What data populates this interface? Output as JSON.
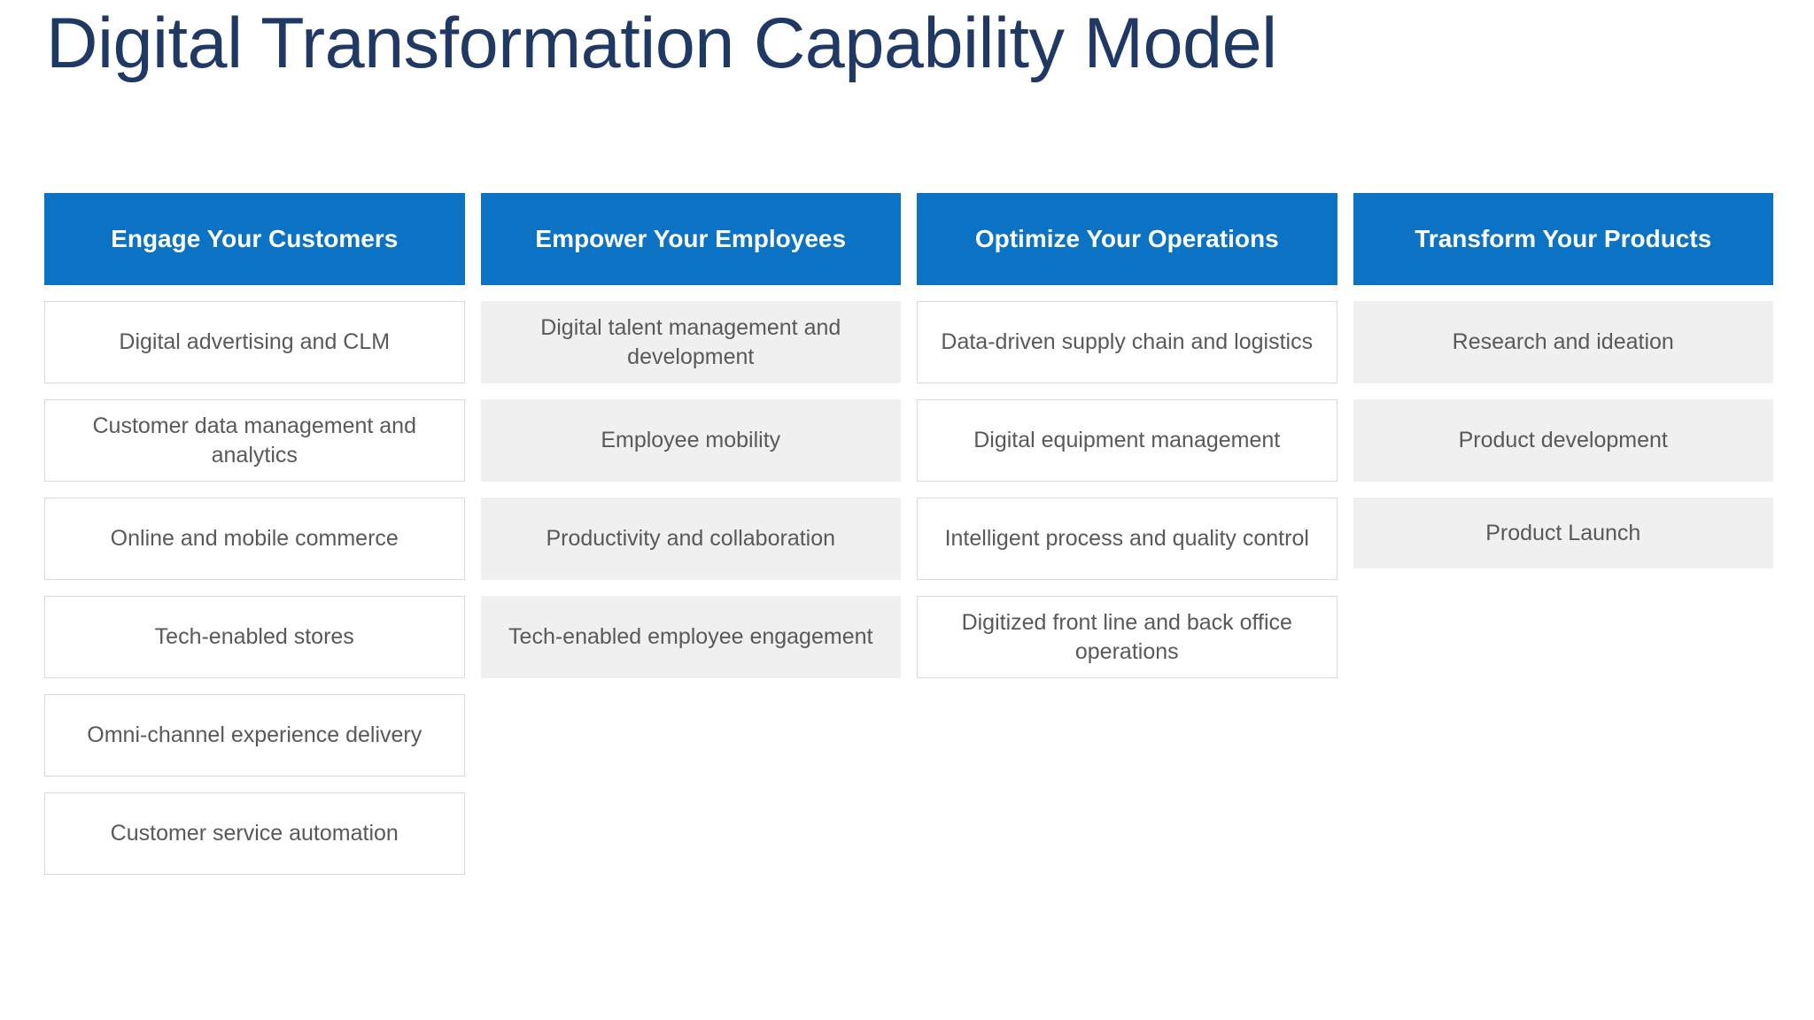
{
  "slide": {
    "title": "Digital Transformation Capability Model",
    "title_color": "#1F3864",
    "background": "#FFFFFF"
  },
  "theme": {
    "header_blue": "#0B72C4",
    "header_text": "#FFFFFF",
    "cell_text": "#595959",
    "cell_white_fill": "#FFFFFF",
    "cell_white_border": "#D9D9D9",
    "cell_grey_fill": "#F0F0F0"
  },
  "matrix": {
    "columns": [
      {
        "header": "Engage Your Customers",
        "style": "white",
        "items": [
          "Digital advertising and CLM",
          "Customer data management and analytics",
          "Online and mobile commerce",
          "Tech-enabled stores",
          "Omni-channel experience delivery",
          "Customer service automation"
        ]
      },
      {
        "header": "Empower Your Employees",
        "style": "grey",
        "items": [
          "Digital talent management and development",
          "Employee mobility",
          "Productivity and collaboration",
          "Tech-enabled employee engagement"
        ]
      },
      {
        "header": "Optimize Your Operations",
        "style": "white",
        "items": [
          "Data-driven supply chain and logistics",
          "Digital equipment management",
          "Intelligent process and quality control",
          "Digitized front line and back office operations"
        ]
      },
      {
        "header": "Transform Your Products",
        "style": "grey",
        "items": [
          "Research and ideation",
          "Product development",
          "Product Launch"
        ]
      }
    ]
  }
}
